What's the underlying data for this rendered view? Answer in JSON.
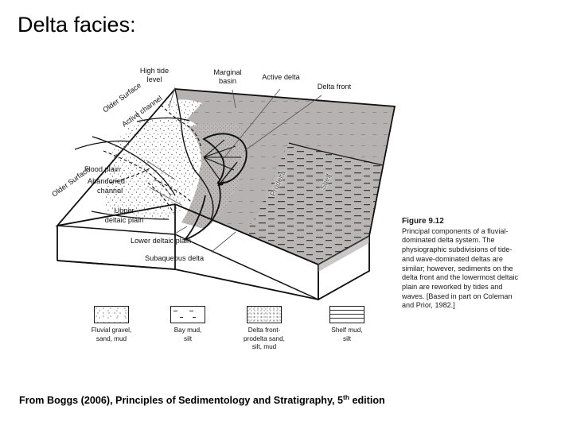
{
  "slide": {
    "title": "Delta facies:",
    "source_prefix": "From Boggs (2006), Principles of Sedimentology and Stratigraphy, 5",
    "source_superscript": "th",
    "source_suffix": " edition"
  },
  "figure": {
    "caption_heading": "Figure 9.12",
    "caption_body": "Principal components of a fluvial-dominated delta system. The physiographic subdivisions of tide- and wave-dominated deltas are similar; however, sediments on the delta front and the lowermost deltaic plain are reworked by tides and waves. [Based in part on Coleman and Prior, 1982.]"
  },
  "diagram": {
    "labels": {
      "high_tide_level_line1": "High tide",
      "high_tide_level_line2": "level",
      "marginal_basin_line1": "Marginal",
      "marginal_basin_line2": "basin",
      "active_delta": "Active delta",
      "delta_front": "Delta front",
      "older_surface_top": "Older Surface",
      "active_channel": "Active channel",
      "older_surface_left": "Older Surface",
      "flood_plain": "Flood plain",
      "abandoned_line1": "Abandoned",
      "abandoned_line2": "channel",
      "upper_deltaic_line1": "Upper",
      "upper_deltaic_line2": "deltaic plain",
      "lower_deltaic_plain": "Lower deltaic plain",
      "subaqueous_delta": "Subaqueous delta",
      "prodelta": "Prodelta",
      "shelf": "Shelf"
    }
  },
  "legend": {
    "items": [
      {
        "pattern": "fluvial-gravel-sand-mud-swatch",
        "line1": "Fluvial gravel,",
        "line2": "sand,  mud",
        "line3": ""
      },
      {
        "pattern": "bay-mud-silt-swatch",
        "line1": "Bay mud,",
        "line2": "silt",
        "line3": ""
      },
      {
        "pattern": "delta-front-prodelta-swatch",
        "line1": "Delta front-",
        "line2": "prodelta sand,",
        "line3": "silt, mud"
      },
      {
        "pattern": "shelf-mud-silt-swatch",
        "line1": "Shelf mud,",
        "line2": "silt",
        "line3": ""
      }
    ]
  },
  "colors": {
    "background": "#ffffff",
    "ink": "#000000",
    "basin_gray": "#b4b0b0",
    "shelf_gray": "#b8b4b4",
    "stipple": "#f2f1ef"
  }
}
